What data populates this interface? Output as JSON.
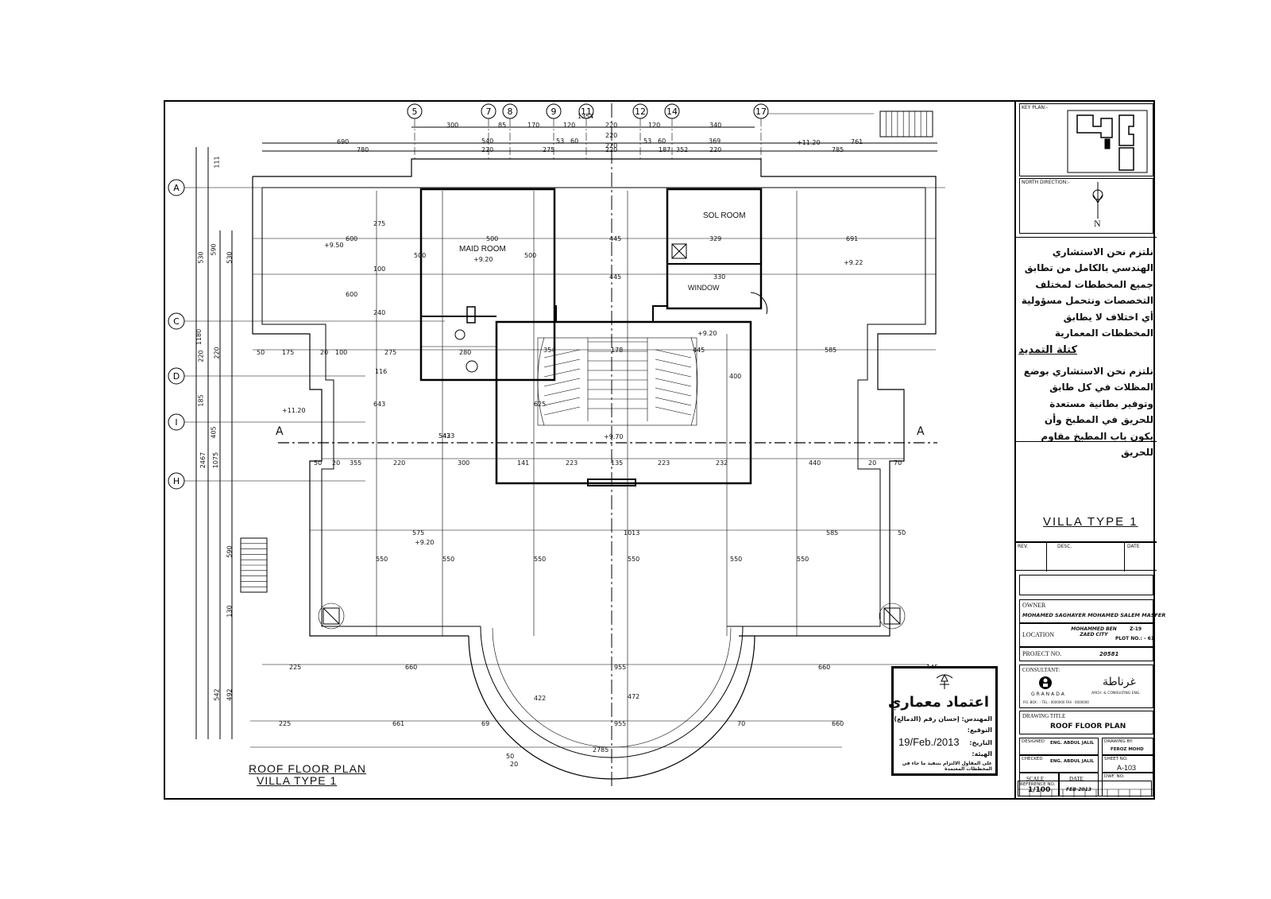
{
  "drawing": {
    "grid_columns": [
      "5",
      "7",
      "8",
      "9",
      "11",
      "12",
      "14",
      "17"
    ],
    "grid_rows": [
      "A",
      "C",
      "D",
      "I",
      "H"
    ],
    "top_dims_row1": [
      "300",
      "85",
      "170",
      "120",
      "220",
      "120",
      "340"
    ],
    "top_dims_row2": [
      "540",
      "53",
      "60",
      "53",
      "60",
      "369"
    ],
    "top_dims_row3": [
      "690",
      "780",
      "220",
      "275",
      "220",
      "187",
      "352",
      "220",
      "785",
      "761"
    ],
    "top_extra": [
      "1354",
      "220",
      "220"
    ],
    "rooms": {
      "maid_room": "MAID ROOM",
      "sol_room": "SOL ROOM",
      "window": "WINDOW"
    },
    "levels": [
      "+9.50",
      "+9.20",
      "+9.22",
      "+9.20",
      "+11.20",
      "+11.20",
      "+9.20",
      "+9.70"
    ],
    "section_marks": [
      "A",
      "A"
    ],
    "vertical_dims_left": [
      "111",
      "530",
      "590",
      "530",
      "1180",
      "220",
      "220",
      "185",
      "405",
      "2467",
      "1075",
      "590",
      "130",
      "542",
      "492"
    ],
    "plan_dims": [
      "600",
      "600",
      "500",
      "500",
      "500",
      "445",
      "445",
      "329",
      "330",
      "691",
      "275",
      "100",
      "240",
      "116",
      "643",
      "543",
      "423",
      "625",
      "354",
      "178",
      "445",
      "400",
      "585",
      "175",
      "100",
      "275",
      "50",
      "20",
      "50",
      "20",
      "280",
      "355",
      "220",
      "300",
      "141",
      "223",
      "135",
      "223",
      "232",
      "440",
      "575",
      "1013",
      "585",
      "550",
      "550",
      "550",
      "550",
      "550",
      "550",
      "225",
      "660",
      "955",
      "660",
      "145",
      "225",
      "661",
      "69",
      "955",
      "70",
      "660",
      "2785",
      "422",
      "472",
      "50",
      "20",
      "70",
      "20",
      "50"
    ],
    "roof_title": "ROOF FLOOR PLAN",
    "roof_subtitle": "VILLA TYPE 1"
  },
  "stamp": {
    "title": "اعتماد معماري",
    "engineer_label": "المهندس: إحسان رقم (الدمالع)",
    "signature_label": "التوقيع:",
    "date_label": "التاريخ:",
    "date": "19/Feb./2013",
    "notes_label": "الهيئة:",
    "disclaimer": "على المقاول الالتزام بتنفيذ ما جاء في المخططات المعتمدة"
  },
  "title_block": {
    "key_plan_label": "KEY PLAN:-",
    "north_label": "NORTH DIRECTION:-",
    "north_letter": "N",
    "arabic_note_1": "نلتزم نحن الاستشاري الهندسي بالكامل من تطابق جميع المخططات لمختلف التخصصات ونتحمل مسؤولية أي اختلاف لا يطابق المخططات المعمارية",
    "arabic_heading": "كتلة التمديد",
    "arabic_note_2": "نلتزم نحن الاستشاري بوضع المظلات في كل طابق وتوفير بطانية مستعدة للحريق في المطبخ وأن يكون باب المطبخ مقاوم للحريق",
    "project_name": "VILLA TYPE 1",
    "rev_headers": [
      "REV.",
      "DESC.",
      "DATE"
    ],
    "owner_label": "OWNER",
    "owner_value": "MOHAMED SAGHAYER MOHAMED SALEM MASFER",
    "location_label": "LOCATION",
    "location_value": "MOHAMMED BEN ZAED CITY",
    "location_zone": "Z-19",
    "plot_no": "PLOT NO.: - 61",
    "project_no_label": "PROJECT NO.",
    "project_no_value": "20581",
    "consultant_label": "CONSULTANT:",
    "consultant_brand_ar": "غرناطة",
    "consultant_brand_en": "GRANADA",
    "consultant_sub": "ARCH. & CONSULTING ENG.",
    "consultant_contact": "P.O. BOX : -    TEL : 0000000    FAX : 0000000",
    "drawing_title_label": "DRAWING TITLE",
    "drawing_title_value": "ROOF FLOOR PLAN",
    "designed_label": "DESIGNED",
    "designed_value": "ENG. ABDUL JALIL",
    "checked_label": "CHECKED",
    "checked_value": "ENG. ABDUL JALIL",
    "drawn_label": "DRAWING BY:",
    "drawn_value": "FEROZ MOHD",
    "sheet_no_label": "SHEET NO.",
    "sheet_no_value": "A-103",
    "scale_label": "SCALE",
    "scale_value": "1/100",
    "date_label": "DATE",
    "date_value": "FEB-2013",
    "dwf_label": "DWF. NO.",
    "reference_label": "REFERENCE NO."
  }
}
